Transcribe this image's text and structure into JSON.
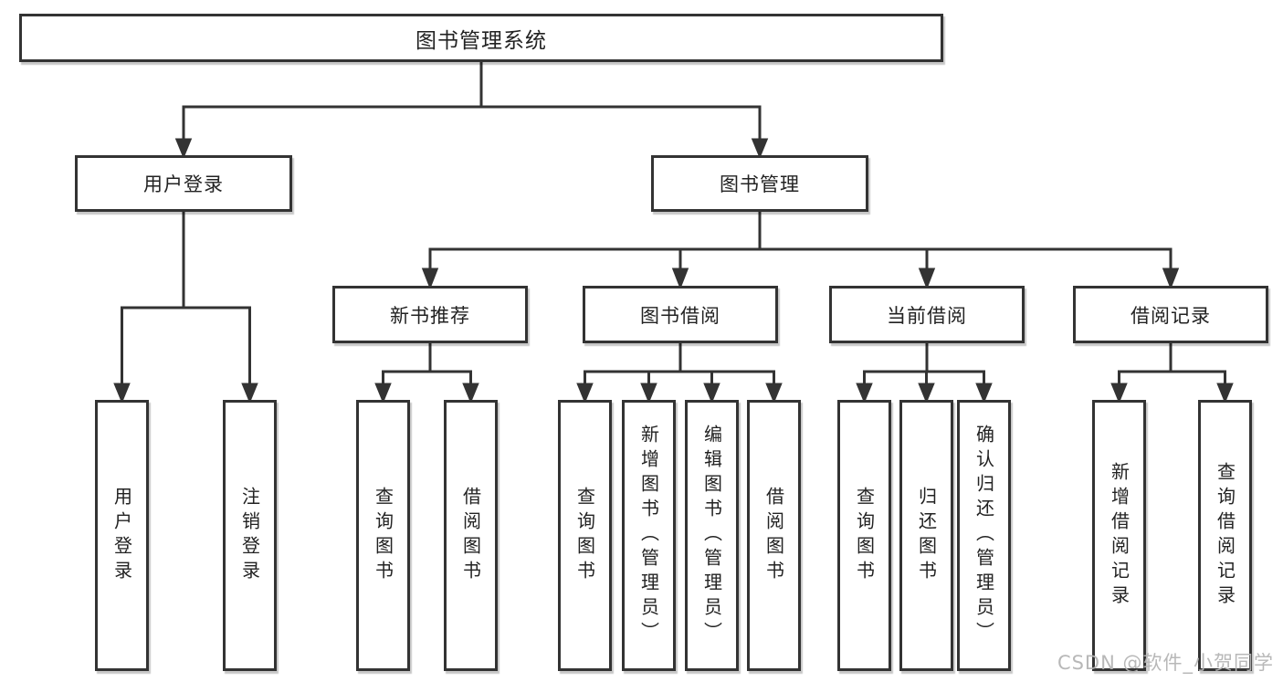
{
  "tree": {
    "label": "图书管理系统",
    "children": [
      {
        "label": "用户登录",
        "children": [
          {
            "label": "用户登录"
          },
          {
            "label": "注销登录"
          }
        ]
      },
      {
        "label": "图书管理",
        "children": [
          {
            "label": "新书推荐",
            "children": [
              {
                "label": "查询图书"
              },
              {
                "label": "借阅图书"
              }
            ]
          },
          {
            "label": "图书借阅",
            "children": [
              {
                "label": "查询图书"
              },
              {
                "label": "新增图书（管理员）"
              },
              {
                "label": "编辑图书（管理员）"
              },
              {
                "label": "借阅图书"
              }
            ]
          },
          {
            "label": "当前借阅",
            "children": [
              {
                "label": "查询图书"
              },
              {
                "label": "归还图书"
              },
              {
                "label": "确认归还（管理员）"
              }
            ]
          },
          {
            "label": "借阅记录",
            "children": [
              {
                "label": "新增借阅记录"
              },
              {
                "label": "查询借阅记录"
              }
            ]
          }
        ]
      }
    ]
  },
  "watermark": {
    "text": "CSDN @软件_小贺同学"
  },
  "colors": {
    "line": "#333333",
    "box_border": "#333333",
    "box_background": "#ffffff",
    "text": "#222222",
    "watermark": "#b4b4b4"
  }
}
